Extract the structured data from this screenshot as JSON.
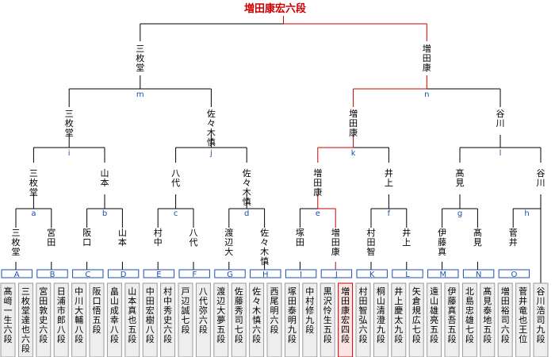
{
  "title": "増田康宏六段",
  "players": [
    {
      "name": "髙﨑一生六段",
      "box": "A"
    },
    {
      "name": "三枚堂達也六段",
      "box": "A"
    },
    {
      "name": "宮田敦史六段",
      "box": "B"
    },
    {
      "name": "日浦市郎八段",
      "box": "B"
    },
    {
      "name": "中川大輔八段",
      "box": "C"
    },
    {
      "name": "阪口悟五段",
      "box": "C"
    },
    {
      "name": "畠山成幸八段",
      "box": "D"
    },
    {
      "name": "山本真也五段",
      "box": "D"
    },
    {
      "name": "中田宏樹八段",
      "box": "E"
    },
    {
      "name": "村中秀史六段",
      "box": "E"
    },
    {
      "name": "戸辺誠七段",
      "box": "F"
    },
    {
      "name": "八代弥六段",
      "box": "F"
    },
    {
      "name": "渡辺大夢五段",
      "box": "G"
    },
    {
      "name": "佐藤秀司七段",
      "box": "G"
    },
    {
      "name": "佐々木慎六段",
      "box": "H"
    },
    {
      "name": "西尾明六段",
      "box": "H"
    },
    {
      "name": "塚田泰明九段",
      "box": "I"
    },
    {
      "name": "中村修九段",
      "box": "I"
    },
    {
      "name": "黒沢怜生五段",
      "box": "J"
    },
    {
      "name": "増田康宏四段",
      "box": "J"
    },
    {
      "name": "村田智弘六段",
      "box": "K"
    },
    {
      "name": "桐山清澄九段",
      "box": "K"
    },
    {
      "name": "井上慶太九段",
      "box": "L"
    },
    {
      "name": "矢倉規広七段",
      "box": "L"
    },
    {
      "name": "遠山雄亮五段",
      "box": "M"
    },
    {
      "name": "伊藤真吾五段",
      "box": "M"
    },
    {
      "name": "北島忠雄七段",
      "box": "N"
    },
    {
      "name": "髙見泰地五段",
      "box": "N"
    },
    {
      "name": "増田裕司六段",
      "box": "O"
    },
    {
      "name": "菅井竜也王位",
      "box": "O"
    },
    {
      "name": "谷川浩司九段",
      "box": ""
    }
  ],
  "boxes": [
    "A",
    "B",
    "C",
    "D",
    "E",
    "F",
    "G",
    "H",
    "I",
    "J",
    "K",
    "L",
    "M",
    "N",
    "O"
  ],
  "r1": [
    {
      "label": "a",
      "winners": [
        "三枚堂",
        "宮田"
      ]
    },
    {
      "label": "b",
      "winners": [
        "阪口",
        "山本"
      ]
    },
    {
      "label": "c",
      "winners": [
        "村中",
        "八代"
      ]
    },
    {
      "label": "d",
      "winners": [
        "渡辺大",
        "佐々木慎"
      ]
    },
    {
      "label": "e",
      "winners": [
        "塚田",
        "増田康"
      ]
    },
    {
      "label": "f",
      "winners": [
        "村田智",
        "井上"
      ]
    },
    {
      "label": "g",
      "winners": [
        "伊藤真",
        "髙見"
      ]
    },
    {
      "label": "h",
      "winners": [
        "菅井"
      ]
    }
  ],
  "r2": [
    {
      "label": "i",
      "winners": [
        "三枚堂",
        "山本"
      ]
    },
    {
      "label": "j",
      "winners": [
        "八代",
        "佐々木慎"
      ]
    },
    {
      "label": "k",
      "winners": [
        "増田康",
        "井上"
      ]
    },
    {
      "label": "l",
      "winners": [
        "髙見",
        "谷川"
      ]
    }
  ],
  "r3": [
    {
      "label": "m",
      "winners": [
        "三枚堂",
        "佐々木慎"
      ]
    },
    {
      "label": "n",
      "winners": [
        "増田康",
        "谷川"
      ]
    }
  ],
  "final": {
    "winners": [
      "三枚堂",
      "増田康"
    ]
  },
  "colors": {
    "line": "#000000",
    "win": "#cc0000",
    "box_border": "#1f4fae",
    "box_text": "#1f4fae",
    "highlight_bg": "#fde4e4",
    "highlight_border": "#cc0000",
    "player_bg": "#eeeeee",
    "player_border": "#999999"
  }
}
